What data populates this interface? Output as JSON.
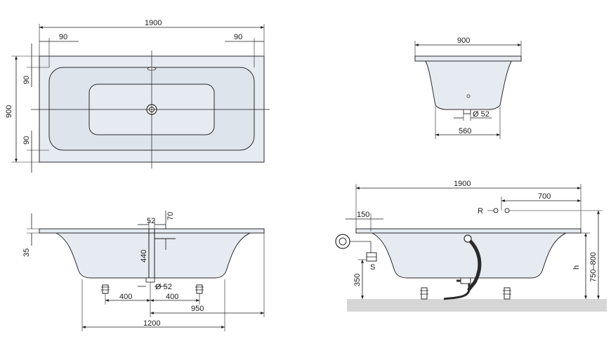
{
  "top_view": {
    "length": "1900",
    "width": "900",
    "inset_left": "90",
    "inset_right": "90",
    "inset_top": "90",
    "inset_bottom": "90"
  },
  "end_view": {
    "width": "900",
    "drain": "Ø 52",
    "base_width": "560"
  },
  "front_view": {
    "drain_width": "52",
    "rim_offset": "70",
    "rim_height": "35",
    "drain_height": "440",
    "drain_diameter": "Ø 52",
    "foot_left": "400",
    "foot_right": "400",
    "to_drain": "950",
    "foot_span": "1200"
  },
  "install_view": {
    "length": "1900",
    "tap_distance": "700",
    "tap_label": "R",
    "trap_offset": "150",
    "siphon_label": "S",
    "siphon_height": "350",
    "height_label": "h",
    "height_range": "750–800"
  }
}
